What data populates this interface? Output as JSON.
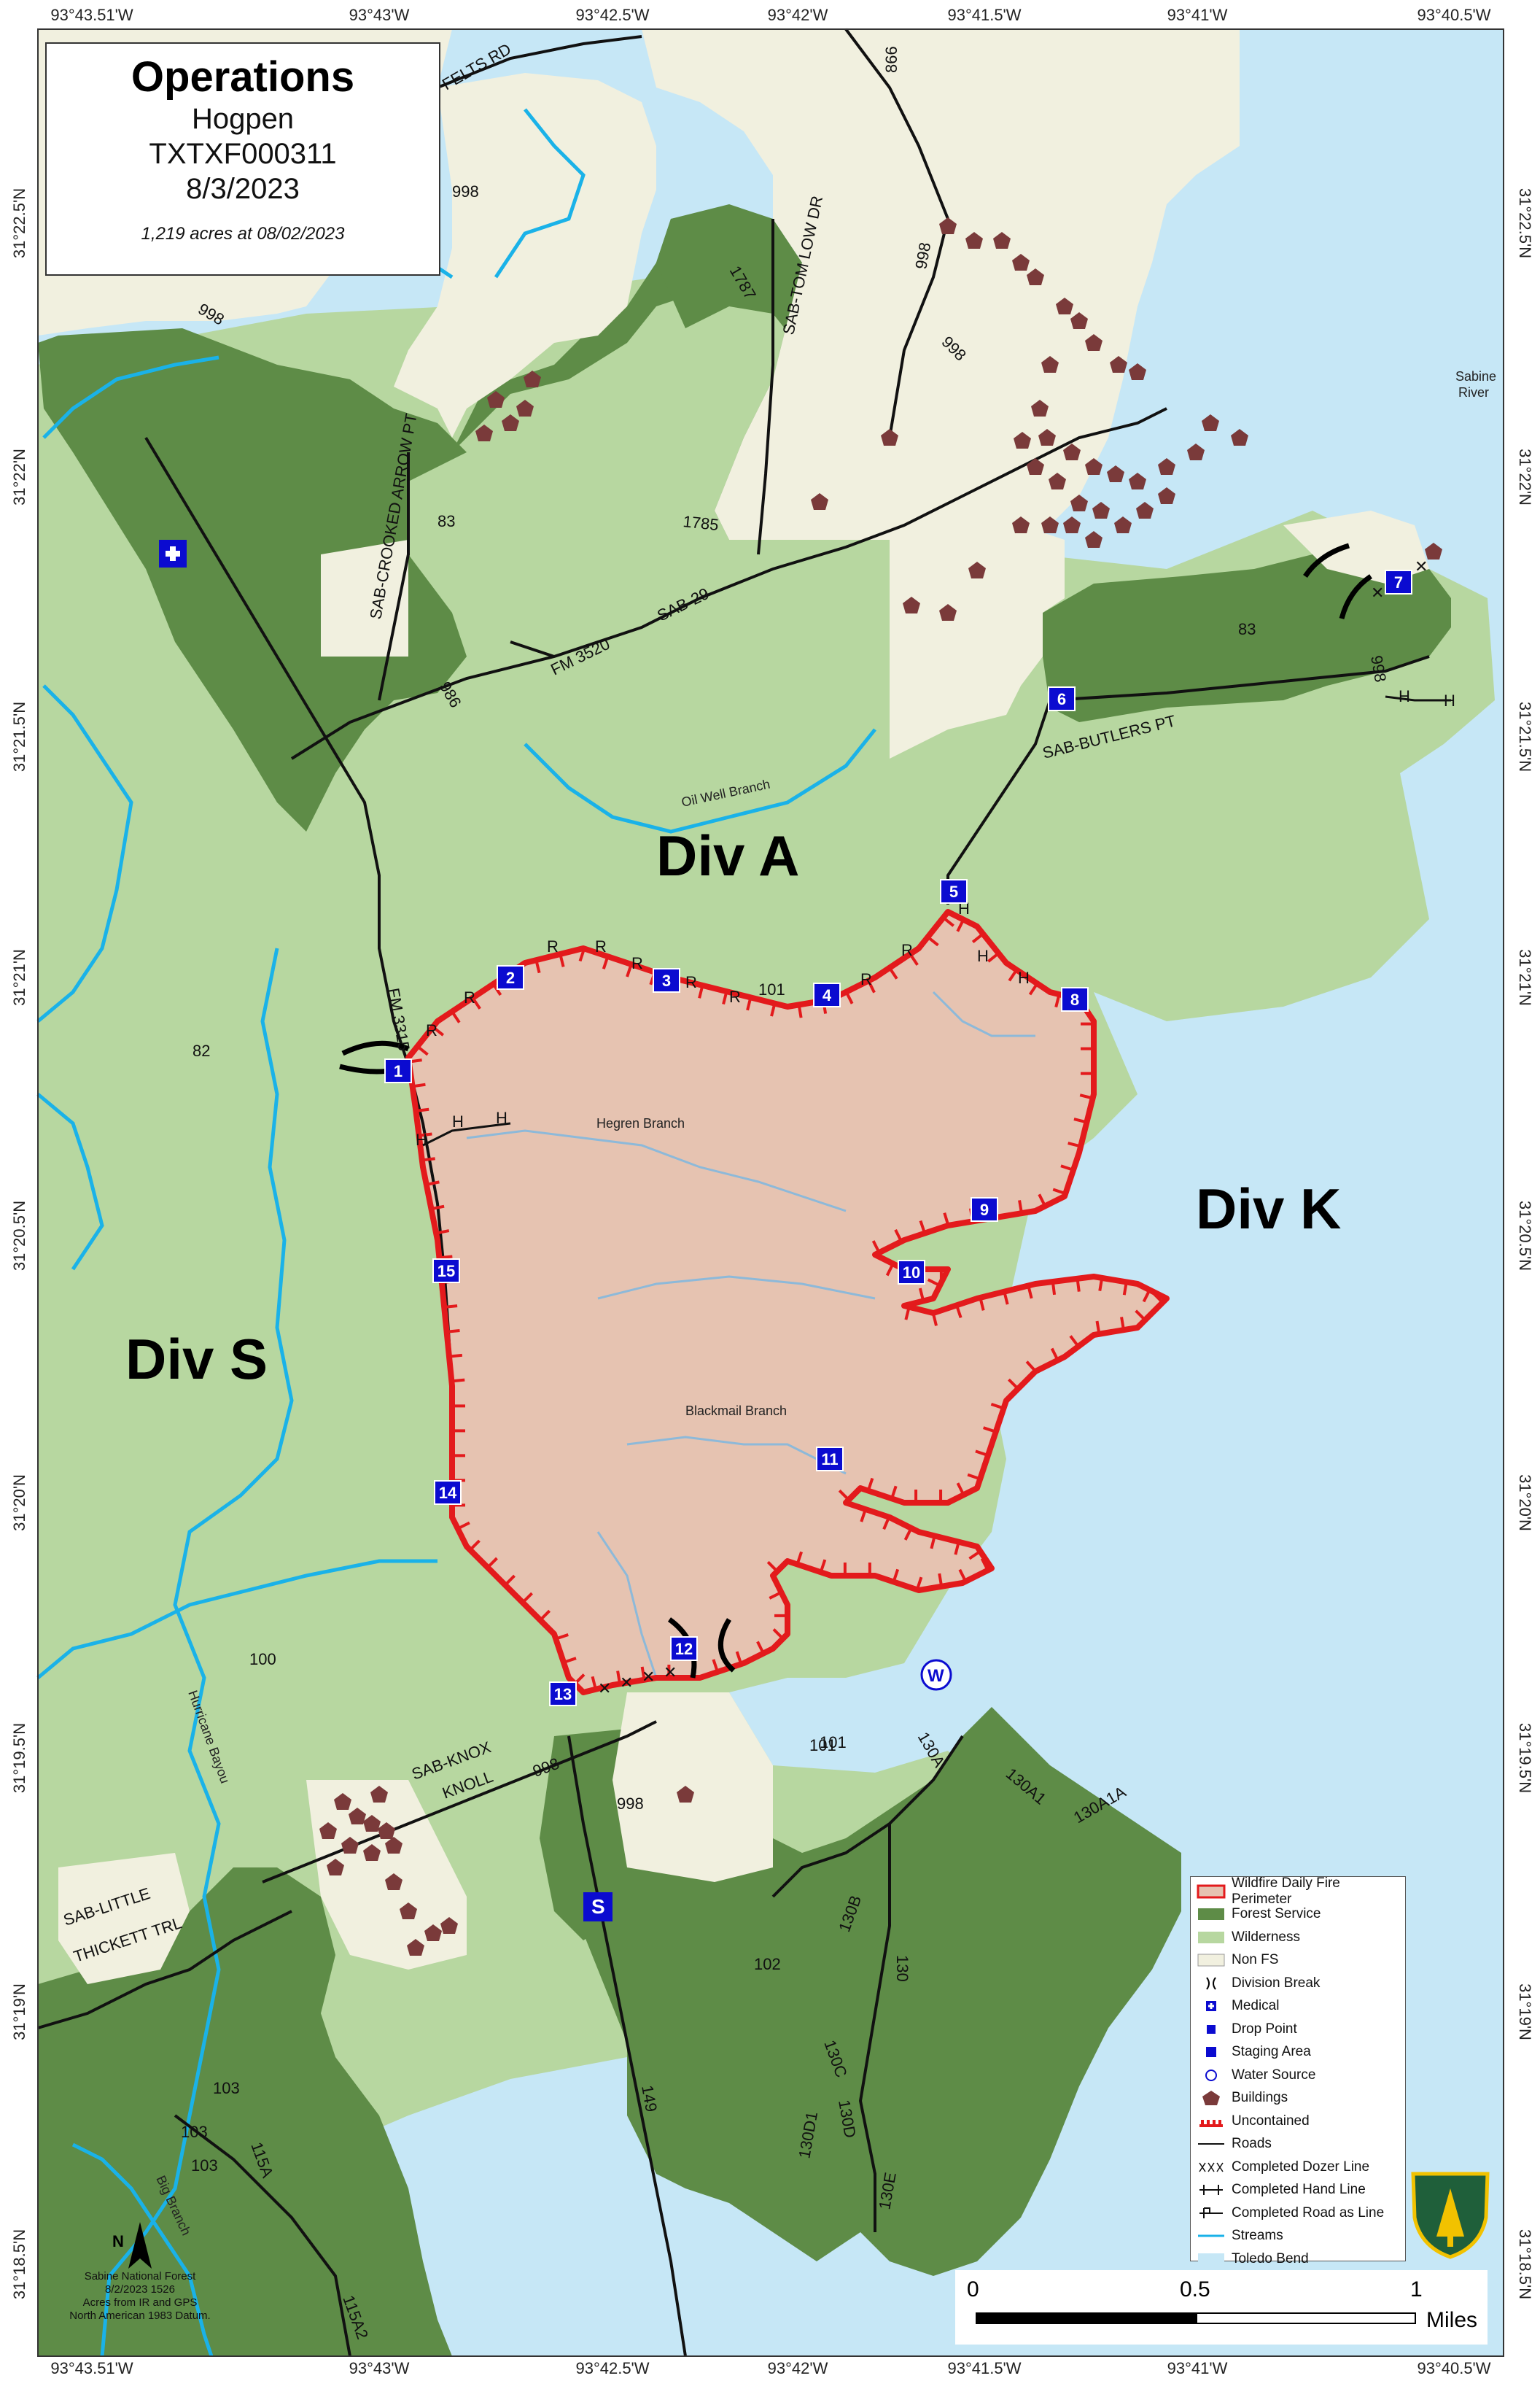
{
  "title": {
    "heading": "Operations",
    "fire_name": "Hogpen",
    "incident_id": "TXTXF000311",
    "date": "8/3/2023",
    "acres_note": "1,219 acres at 08/02/2023"
  },
  "longitudes": [
    "93°43.51'W",
    "93°43'W",
    "93°42.5'W",
    "93°42'W",
    "93°41.5'W",
    "93°41'W",
    "93°40.5'W"
  ],
  "latitudes": [
    "31°22.5'N",
    "31°22'N",
    "31°21.5'N",
    "31°21'N",
    "31°20.5'N",
    "31°20'N",
    "31°19.5'N",
    "31°19'N",
    "31°18.5'N"
  ],
  "divisions": [
    "Div A",
    "Div K",
    "Div S"
  ],
  "drop_points": [
    "1",
    "2",
    "3",
    "4",
    "5",
    "6",
    "7",
    "8",
    "9",
    "10",
    "11",
    "12",
    "13",
    "14",
    "15"
  ],
  "staging_label": "S",
  "water_label": "W",
  "roads": {
    "felts": "FELTS RD",
    "tom_low": "SAB-TOM LOW DR",
    "crooked_arrow": "SAB-CROOKED ARROW PT",
    "butlers": "SAB-BUTLERS PT",
    "fm3520": "FM 3520",
    "sab29": "SAB-29",
    "fm3315": "FM 3315",
    "knox1": "SAB-KNOX",
    "knox2": "KNOLL",
    "little1": "SAB-LITTLE",
    "little2": "THICKETT TRL",
    "r998": "998",
    "r866": "866",
    "r1787": "1787",
    "r1785": "1785",
    "r986": "986",
    "r101": "101",
    "r149": "149",
    "r130": "130",
    "r130a": "130A",
    "r130a1": "130A1",
    "r130a1a": "130A1A",
    "r130b": "130B",
    "r130c": "130C",
    "r130d": "130D",
    "r130d1": "130D1",
    "r130e": "130E",
    "r115a": "115A",
    "r115a2": "115A2"
  },
  "compartments": [
    "83",
    "83",
    "82",
    "101",
    "100",
    "101",
    "102",
    "103",
    "103",
    "103"
  ],
  "features": {
    "oil_well": "Oil Well Branch",
    "hegren": "Hegren Branch",
    "blackmail": "Blackmail Branch",
    "hurricane": "Hurricane Bayou",
    "big_branch": "Big Branch",
    "sabine1": "Sabine",
    "sabine2": "River"
  },
  "line_marks": {
    "hand": "H",
    "road": "R",
    "dozer": "✕"
  },
  "legend": [
    {
      "label": "Wildfire Daily Fire Perimeter",
      "sym": "perimeter"
    },
    {
      "label": "Forest Service",
      "sym": "fs"
    },
    {
      "label": "Wilderness",
      "sym": "wild"
    },
    {
      "label": "Non FS",
      "sym": "nonfs"
    },
    {
      "label": "Division Break",
      "sym": "divbreak"
    },
    {
      "label": "Medical",
      "sym": "medical"
    },
    {
      "label": "Drop Point",
      "sym": "droppoint"
    },
    {
      "label": "Staging Area",
      "sym": "staging"
    },
    {
      "label": "Water Source",
      "sym": "water"
    },
    {
      "label": "Buildings",
      "sym": "building"
    },
    {
      "label": "Uncontained",
      "sym": "uncontained"
    },
    {
      "label": "Roads",
      "sym": "road"
    },
    {
      "label": "Completed Dozer Line",
      "sym": "dozer"
    },
    {
      "label": "Completed Hand Line",
      "sym": "hand"
    },
    {
      "label": "Completed Road as Line",
      "sym": "roadline"
    },
    {
      "label": "Streams",
      "sym": "stream"
    },
    {
      "label": "Toledo Bend",
      "sym": "lake"
    }
  ],
  "scale": {
    "ticks": [
      "0",
      "0.5",
      "1"
    ],
    "unit": "Miles"
  },
  "credits": [
    "Sabine National Forest",
    "8/2/2023 1526",
    "Acres from IR and GPS",
    "North American 1983 Datum."
  ],
  "north_label": "N",
  "colors": {
    "lake": "#c6e7f6",
    "forest_service": "#5e8c47",
    "wilderness": "#b7d7a0",
    "non_fs": "#f1f0df",
    "fire": "#e6c3b1",
    "uncontained": "#e31a1c",
    "stream": "#1ab2e8",
    "drop_point": "#0b0bd0",
    "building": "#7a3a3a"
  }
}
